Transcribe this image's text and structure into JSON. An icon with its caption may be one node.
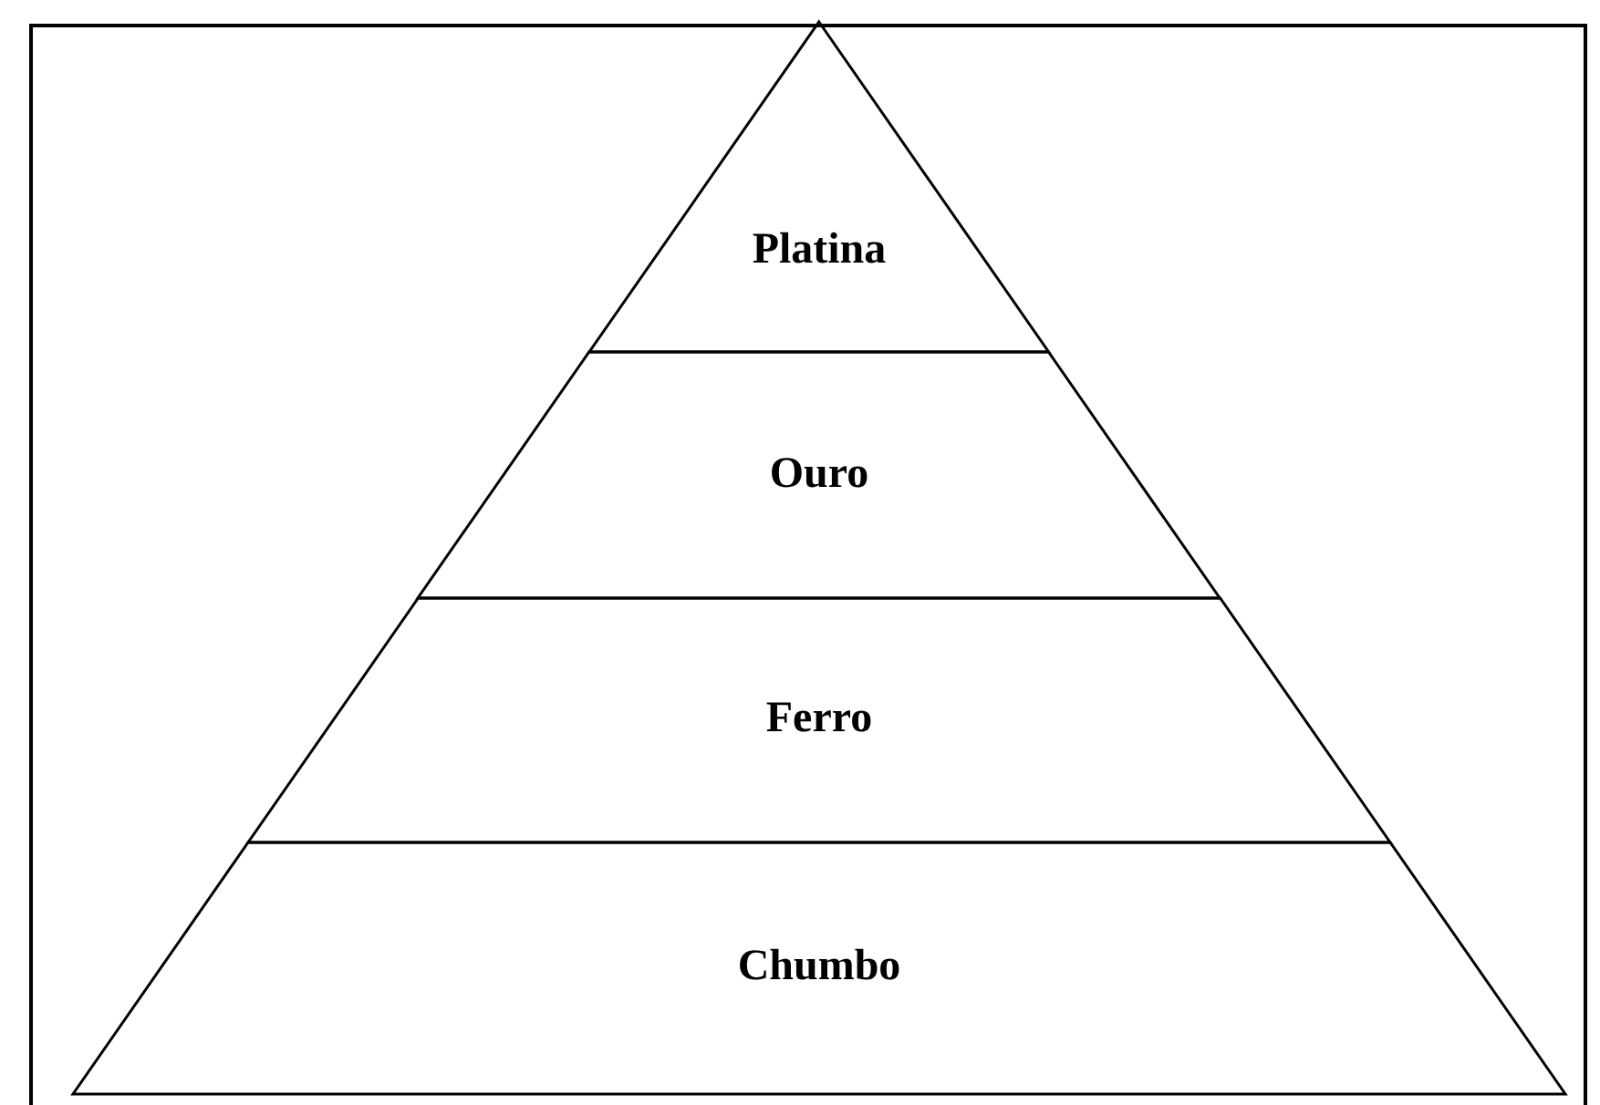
{
  "diagram": {
    "nodes": [
      {
        "text": [
          "Platina"
        ]
      },
      {
        "text": [
          "Ouro"
        ]
      },
      {
        "text": [
          "Ferro"
        ]
      },
      {
        "text": [
          "Chumbo"
        ]
      }
    ]
  }
}
